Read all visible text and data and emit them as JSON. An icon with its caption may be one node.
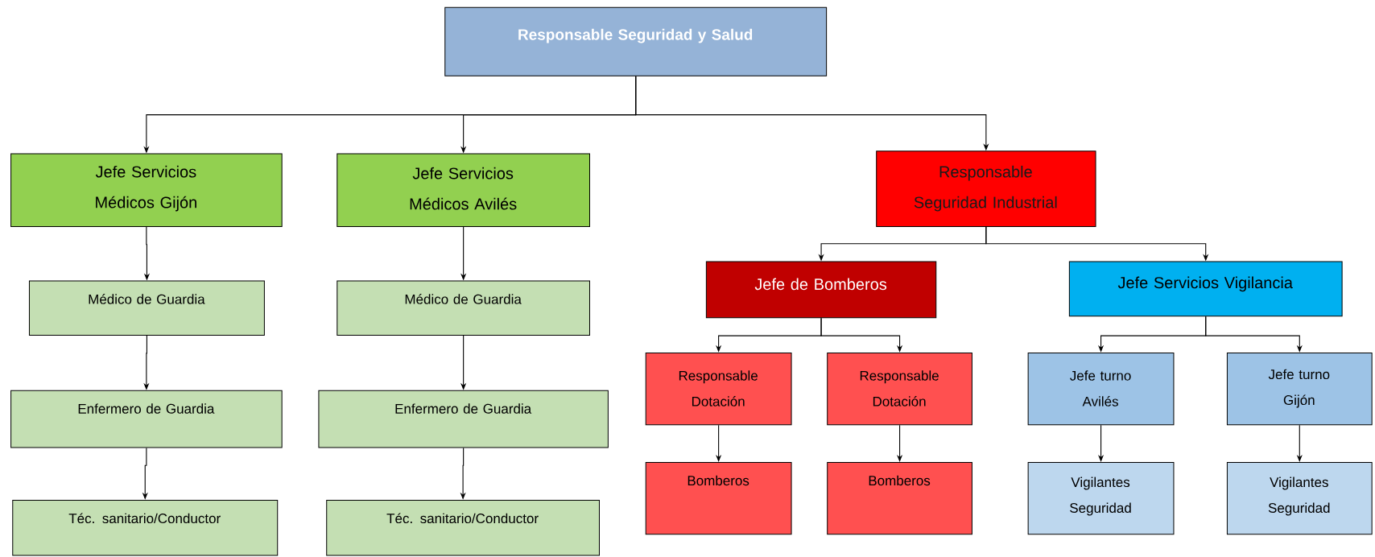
{
  "diagram": {
    "nodes": [
      {
        "text": [
          "Responsable Seguridad y Salud"
        ]
      },
      {
        "text": [
          "Jefe Servicios Médicos Gijón"
        ]
      },
      {
        "text": [
          "Jefe Servicios Médicos Avilés"
        ]
      },
      {
        "text": [
          "Responsable Seguridad Industrial"
        ]
      },
      {
        "text": [
          "Médico de Guardia"
        ]
      },
      {
        "text": [
          "Enfermero de Guardia"
        ]
      },
      {
        "text": [
          "Téc. sanitario/Conductor"
        ]
      },
      {
        "text": [
          "Médico de Guardia"
        ]
      },
      {
        "text": [
          "Enfermero de Guardia"
        ]
      },
      {
        "text": [
          "Téc. sanitario/Conductor"
        ]
      },
      {
        "text": [
          "Jefe de Bomberos"
        ]
      },
      {
        "text": [
          "Jefe Servicios Vigilancia"
        ]
      },
      {
        "text": [
          "Responsable Dotación"
        ]
      },
      {
        "text": [
          "Responsable Dotación"
        ]
      },
      {
        "text": [
          "Bomberos"
        ]
      },
      {
        "text": [
          "Bomberos"
        ]
      },
      {
        "text": [
          "Jefe turno Avilés"
        ]
      },
      {
        "text": [
          "Jefe turno Gijón"
        ]
      },
      {
        "text": [
          "Vigilantes Seguridad"
        ]
      },
      {
        "text": [
          "Vigilantes Seguridad"
        ]
      }
    ],
    "edges": [
      {
        "from": 0,
        "to": 1,
        "arrow": "to"
      },
      {
        "from": 0,
        "to": 2,
        "arrow": "to"
      },
      {
        "from": 0,
        "to": 3,
        "arrow": "to"
      },
      {
        "from": 1,
        "to": 4,
        "arrow": "to"
      },
      {
        "from": 4,
        "to": 5,
        "arrow": "to"
      },
      {
        "from": 5,
        "to": 6,
        "arrow": "to"
      },
      {
        "from": 2,
        "to": 7,
        "arrow": "to"
      },
      {
        "from": 7,
        "to": 8,
        "arrow": "to"
      },
      {
        "from": 8,
        "to": 9,
        "arrow": "to"
      },
      {
        "from": 3,
        "to": 10,
        "arrow": "to"
      },
      {
        "from": 3,
        "to": 11,
        "arrow": "to"
      },
      {
        "from": 10,
        "to": 12,
        "arrow": "to"
      },
      {
        "from": 10,
        "to": 13,
        "arrow": "to"
      },
      {
        "from": 12,
        "to": 14,
        "arrow": "to"
      },
      {
        "from": 13,
        "to": 15,
        "arrow": "to"
      },
      {
        "from": 11,
        "to": 16,
        "arrow": "to"
      },
      {
        "from": 11,
        "to": 17,
        "arrow": "to"
      },
      {
        "from": 16,
        "to": 18,
        "arrow": "to"
      },
      {
        "from": 17,
        "to": 19,
        "arrow": "to"
      }
    ]
  }
}
